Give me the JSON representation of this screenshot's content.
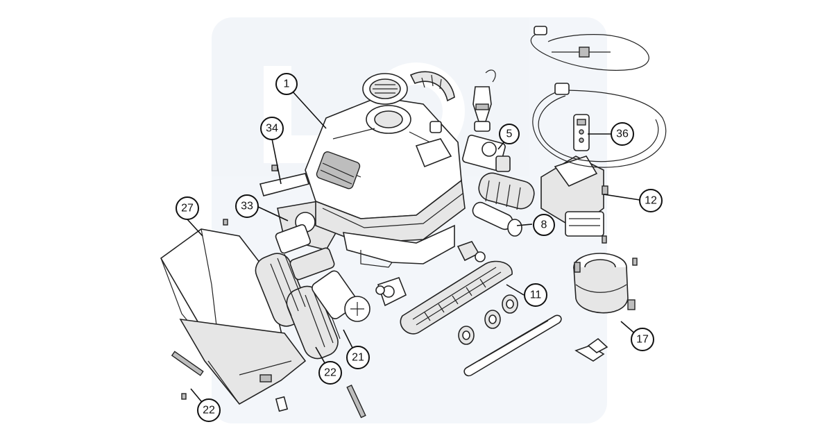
{
  "diagram": {
    "callouts": [
      "1",
      "5",
      "8",
      "11",
      "12",
      "17",
      "21",
      "22",
      "22",
      "27",
      "33",
      "34",
      "36"
    ]
  },
  "colors": {
    "line": "#222222",
    "background": "#ffffff",
    "watermark": "#e9eef5"
  }
}
